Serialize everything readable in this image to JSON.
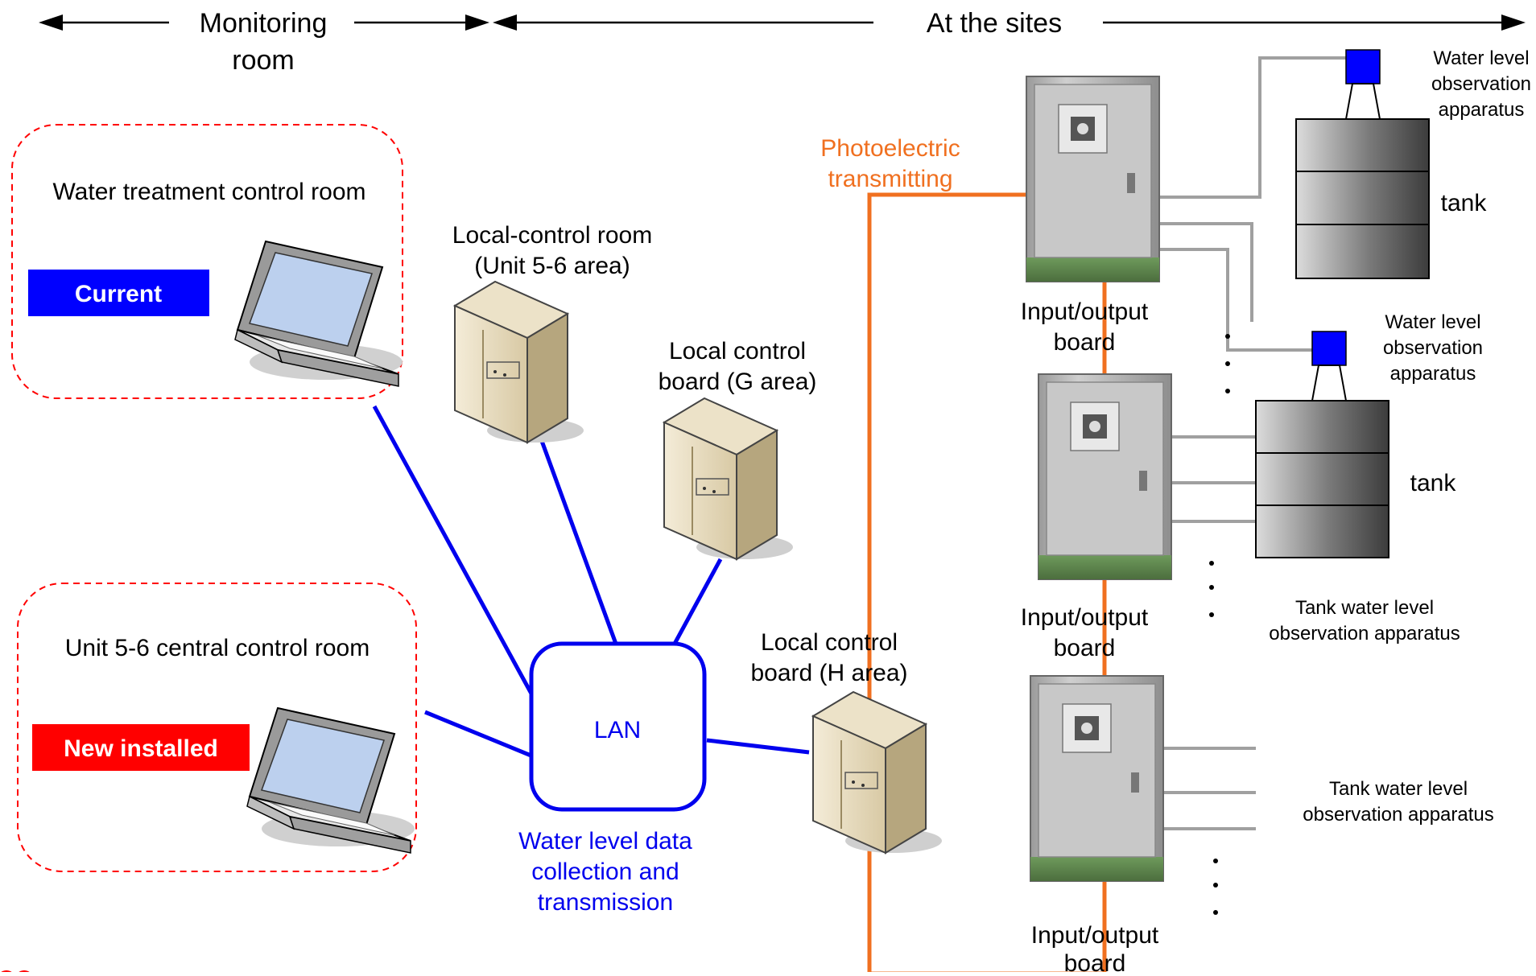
{
  "zones": {
    "monitoring_line1": "Monitoring",
    "monitoring_line2": "room",
    "sites": "At the sites"
  },
  "rooms": {
    "water_treatment": {
      "title": "Water treatment control room",
      "badge": "Current",
      "badge_color": "#0000ff"
    },
    "central": {
      "title": "Unit 5-6 central control room",
      "badge": "New installed",
      "badge_color": "#ff0000"
    }
  },
  "servers": {
    "local_control_room": {
      "line1": "Local-control room",
      "line2": "(Unit 5-6 area)"
    },
    "g_area": {
      "line1": "Local control",
      "line2": "board  (G area)"
    },
    "h_area": {
      "line1": "Local control",
      "line2": "board (H area)"
    }
  },
  "lan": {
    "label": "LAN",
    "caption_line1": "Water level data",
    "caption_line2": "collection and",
    "caption_line3": "transmission",
    "color": "#0000ee"
  },
  "photoelectric": {
    "line1": "Photoelectric",
    "line2": "transmitting",
    "color": "#f07020"
  },
  "io_boards": [
    {
      "line1": "Input/output",
      "line2": "board"
    },
    {
      "line1": "Input/output",
      "line2": "board"
    },
    {
      "line1": "Input/output",
      "line2": "board"
    }
  ],
  "apparatus": {
    "top_observation": {
      "line1": "Water level",
      "line2": "observation",
      "line3": "apparatus"
    },
    "top_tank": "tank",
    "mid_observation": {
      "line1": "Water level",
      "line2": "observation",
      "line3": "apparatus"
    },
    "mid_tank": "tank",
    "tank_level_1": {
      "line1": "Tank water level",
      "line2": "observation apparatus"
    },
    "tank_level_2": {
      "line1": "Tank water level",
      "line2": "observation apparatus"
    }
  }
}
